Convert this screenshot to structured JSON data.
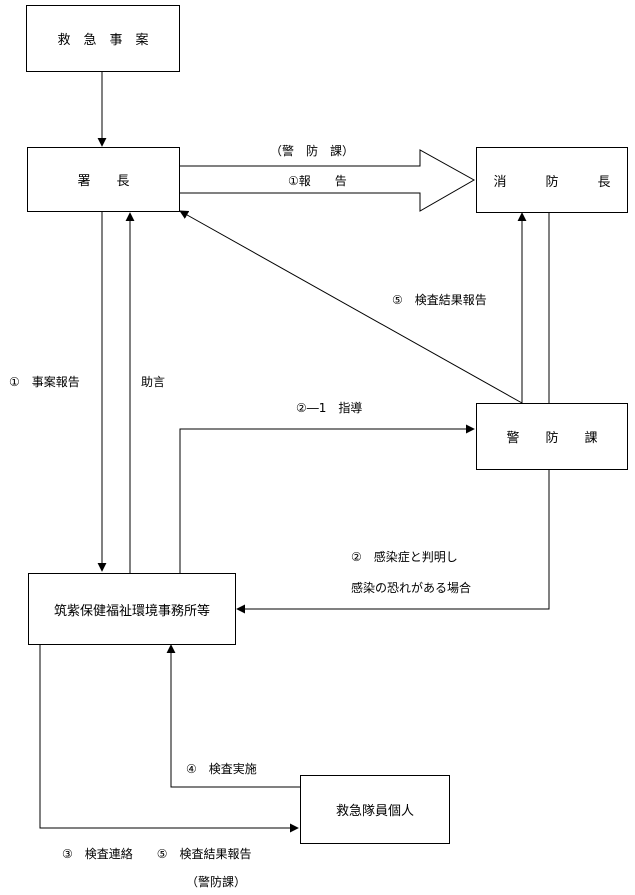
{
  "nodes": {
    "emergency_case": "救　急　事　案",
    "station_chief": "署　　長",
    "fire_chief": "消　　　防　　　長",
    "prevention_section": "警　　防　　課",
    "health_office": "筑紫保健福祉環境事務所等",
    "member": "救急隊員個人"
  },
  "edges": {
    "report_dept": "（警　防　課）",
    "report": "①報　　告",
    "result_report_fire": "⑤　検査結果報告",
    "case_report": "①　事案報告",
    "advice": "助言",
    "guidance": "②―1　指導",
    "infection_1": "②　感染症と判明し",
    "infection_2": "感染の恐れがある場合",
    "inspection": "④　検査実施",
    "contact_result": "③　検査連絡　　⑤　検査結果報告",
    "contact_dept": "（警防課）"
  }
}
